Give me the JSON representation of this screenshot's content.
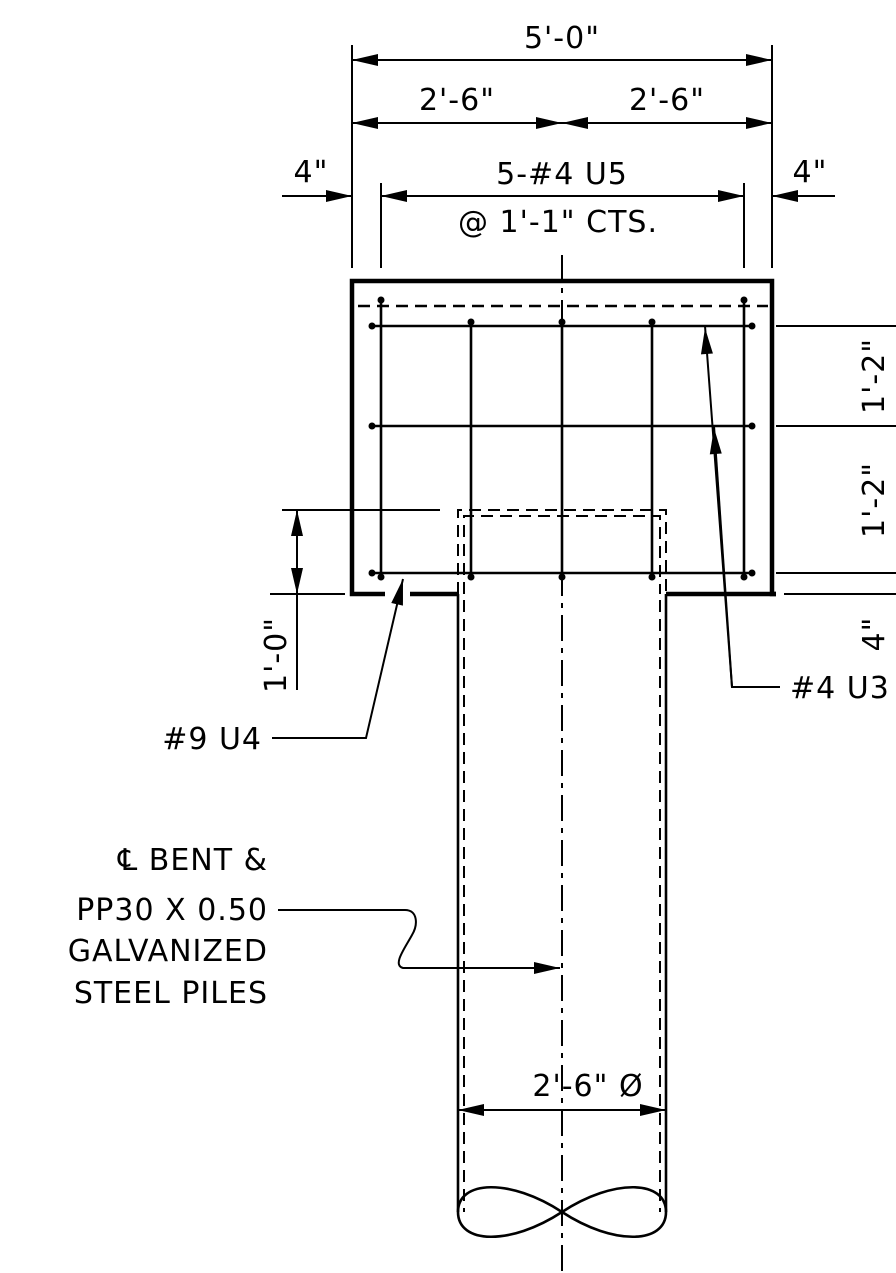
{
  "dimensions": {
    "overall_width": "5'-0\"",
    "half_left": "2'-6\"",
    "half_right": "2'-6\"",
    "cover_left": "4\"",
    "cover_right": "4\"",
    "stirrup_count": "5-#4 U5",
    "stirrup_spacing": "@ 1'-1\" CTS.",
    "vert_upper": "1'-2\"",
    "vert_middle": "1'-2\"",
    "vert_bottom": "4\"",
    "pile_embed": "1'-0\"",
    "pile_diameter": "2'-6\" Ø"
  },
  "callouts": {
    "bar_u3": "#4 U3",
    "bar_u4": "#9 U4",
    "pile_note": [
      "℄ BENT &",
      "PP30 X 0.50",
      "GALVANIZED",
      "STEEL PILES"
    ]
  }
}
